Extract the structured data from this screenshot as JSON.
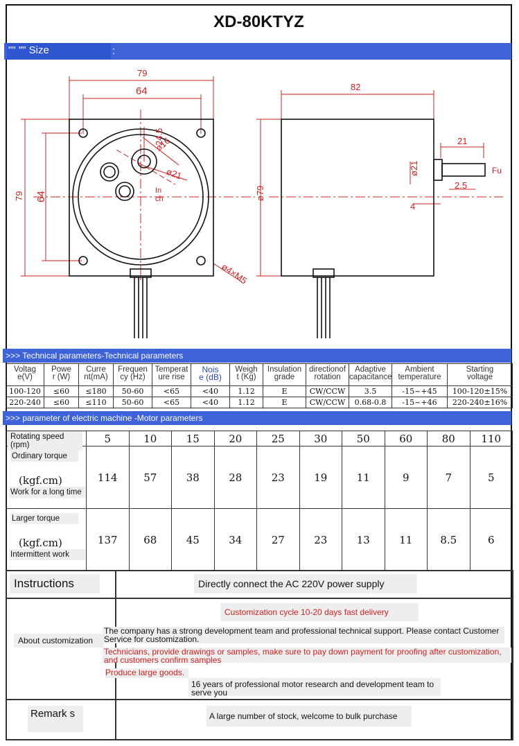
{
  "title": "XD-80KTYZ",
  "size_bar": {
    "label": "\"\" \"\" Size",
    "colon": ":"
  },
  "drawing": {
    "front": {
      "width_outer": "79",
      "width_hole": "64",
      "height_outer": "79",
      "height_hole": "64",
      "offset": "24.5",
      "boss_dia": "ø16",
      "shaft_dia": "ø21",
      "screws": "ø4×M5",
      "label_in": "In",
      "label_ch": "ch"
    },
    "side": {
      "length": "82",
      "body_dia": "ø79",
      "shaft_len": "21",
      "shaft_dia": "ø21",
      "flat": "2.5",
      "step": "4",
      "label_fu": "Fu"
    }
  },
  "tech": {
    "bar": ">>> Technical parameters-Technical parameters",
    "headers": [
      {
        "a": "Voltag",
        "b": "e(V)"
      },
      {
        "a": "Powe",
        "b": "r (W)"
      },
      {
        "a": "Curre",
        "b": "nt(mA)"
      },
      {
        "a": "Frequen",
        "b": "cy (Hz)"
      },
      {
        "a": "Temperat",
        "b": "ure rise"
      },
      {
        "a": "Nois",
        "b": "e (dB)"
      },
      {
        "a": "Weigh",
        "b": "t (Kg)"
      },
      {
        "a": "Insulation",
        "b": "grade"
      },
      {
        "a": "directionof",
        "b": "rotation"
      },
      {
        "a": "Adaptive",
        "b": "capacitance"
      },
      {
        "a": "Ambient",
        "b": "temperature"
      },
      {
        "a": "Starting",
        "b": "voltage"
      }
    ],
    "rows": [
      [
        "100-120",
        "≤60",
        "≤180",
        "50-60",
        "<65",
        "<40",
        "1.12",
        "E",
        "CW/CCW",
        "3.5",
        "-15~+45",
        "100-120±15%"
      ],
      [
        "220-240",
        "≤60",
        "≤110",
        "50-60",
        "<65",
        "<40",
        "1.12",
        "E",
        "CW/CCW",
        "0.68-0.8",
        "-15~+46",
        "220-240±16%"
      ]
    ]
  },
  "motor": {
    "bar": ">>> parameter of electric machine -Motor parameters",
    "speed_label": "Rotating speed (rpm)",
    "speeds": [
      "5",
      "10",
      "15",
      "20",
      "25",
      "30",
      "50",
      "60",
      "80",
      "110"
    ],
    "ordinary": {
      "a": "Ordinary torque",
      "b": "(kgf.cm)",
      "c": "Work for a long time",
      "values": [
        "114",
        "57",
        "38",
        "28",
        "23",
        "19",
        "11",
        "9",
        "7",
        "5"
      ]
    },
    "larger": {
      "a": "Larger torque",
      "b": "(kgf.cm)",
      "c": "Intermittent work",
      "values": [
        "137",
        "68",
        "45",
        "34",
        "27",
        "23",
        "13",
        "11",
        "8.5",
        "6"
      ]
    }
  },
  "info": {
    "instructions_label": "Instructions",
    "instructions_text": "Directly connect the AC 220V power supply",
    "customization_label": "About customization",
    "cust_cycle": "Customization cycle 10-20 days fast delivery",
    "cust_team": "The company has a strong development team and professional technical support. Please contact Customer Service for customization.",
    "cust_tech": "Technicians, provide drawings or samples, make sure to pay down payment for proofing after customization, and customers confirm samples",
    "cust_produce": "Produce large goods.",
    "cust_years": "16 years of professional motor research and development team to serve you",
    "remarks_label": "Remark s",
    "remarks_text": "A large number of stock, welcome to bulk purchase"
  }
}
